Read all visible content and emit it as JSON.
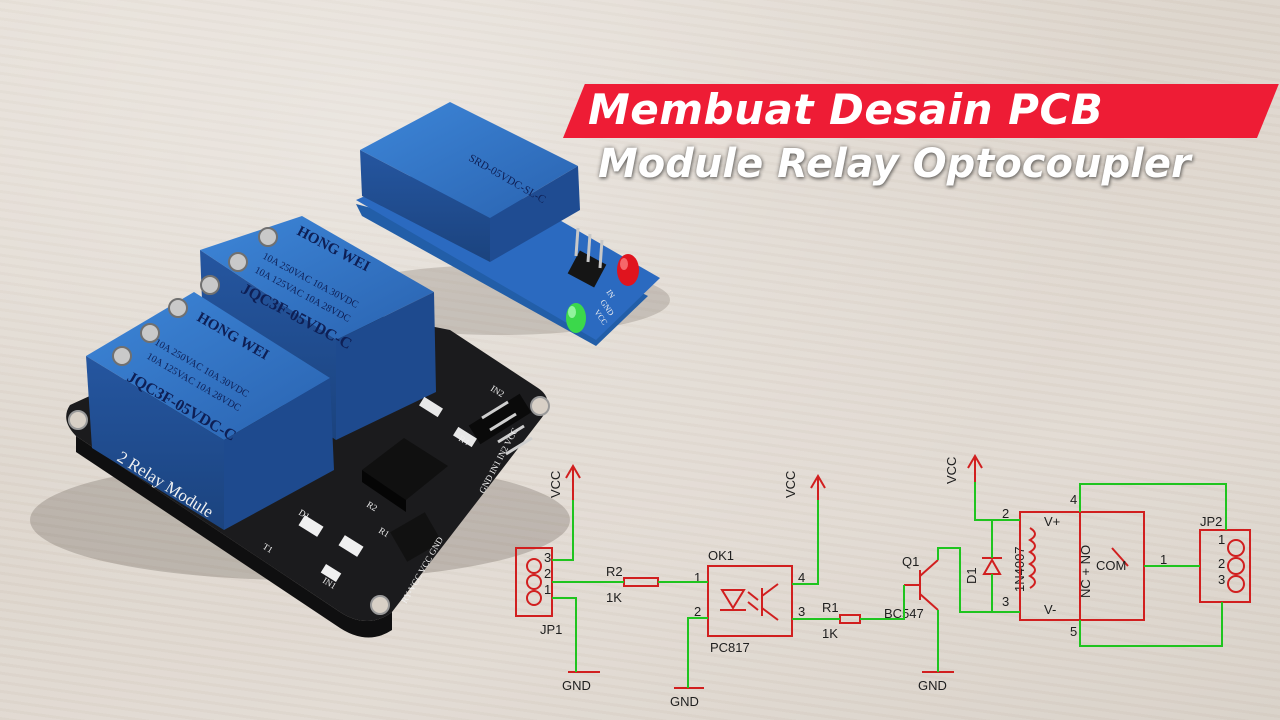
{
  "title": {
    "line1": "Membuat Desain PCB",
    "line2": "Module Relay Optocoupler",
    "banner_color": "#ee1c35"
  },
  "photo": {
    "two_relay_board": {
      "silk_label": "2 Relay Module",
      "relay_brand": "HONG WEI",
      "relay_part": "JQC3F-05VDC-C",
      "relay_rating_1": "10A 250VAC  10A 30VDC",
      "relay_rating_2": "10A 125VAC  10A 28VDC",
      "header_right": "GND IN1 IN2 VCC",
      "header_bottom": "RY-VCC VCC GND",
      "labels": {
        "in1": "IN1",
        "in2": "IN2",
        "r1": "R1",
        "r2": "R2",
        "r4": "R4",
        "d1": "D1",
        "t1": "T1"
      }
    },
    "one_relay_board": {
      "relay_part": "SRD-05VDC-SL-C",
      "pin_labels": [
        "IN",
        "GND",
        "VCC"
      ]
    },
    "colors": {
      "relay_blue": "#2f72c4",
      "pcb_black": "#1b1b1d",
      "led_red": "#e0141e",
      "led_green": "#3bd84b"
    }
  },
  "schematic": {
    "colors": {
      "component": "#d11f1f",
      "wire": "#1fc41f",
      "text": "#1e1e1e"
    },
    "vcc_label": "VCC",
    "gnd_label": "GND",
    "jp1": {
      "name": "JP1",
      "pins": [
        "3",
        "2",
        "1"
      ]
    },
    "r2": {
      "name": "R2",
      "value": "1K"
    },
    "ok1": {
      "name": "OK1",
      "part": "PC817",
      "pins": [
        "1",
        "2",
        "3",
        "4"
      ]
    },
    "r1": {
      "name": "R1",
      "value": "1K"
    },
    "q1": {
      "name": "Q1",
      "part": "BC547"
    },
    "d1": {
      "name": "D1",
      "part": "1N4007"
    },
    "relay": {
      "v_plus": "V+",
      "v_minus": "V-",
      "nc_no": "NC + NO",
      "com": "COM",
      "pins": [
        "2",
        "3",
        "4",
        "5",
        "1"
      ]
    },
    "jp2": {
      "name": "JP2",
      "pins": [
        "1",
        "2",
        "3"
      ]
    }
  }
}
